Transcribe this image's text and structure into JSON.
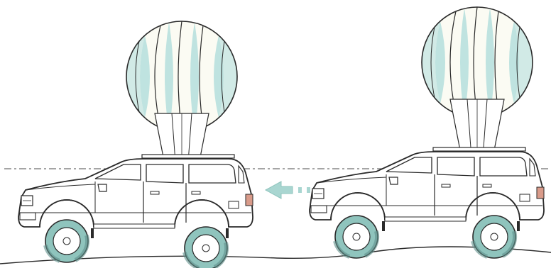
{
  "illustration": {
    "scenes": [
      {
        "subject": "suv-with-balloon",
        "facing": "left"
      },
      {
        "subject": "suv-with-balloon",
        "facing": "left"
      }
    ],
    "motion_arrow": {
      "direction": "left"
    },
    "colors": {
      "balloon_stripe": "#bfe3e0",
      "balloon_stripe_alt": "#fbfbf3",
      "tire": "#8fc4bd",
      "tire_dark": "#5f8f8a",
      "outline": "#2a2a2a",
      "arrow": "#a9d6d1",
      "horizon_dash": "#6f6f6f",
      "tail_light": "#d99b8a"
    }
  }
}
